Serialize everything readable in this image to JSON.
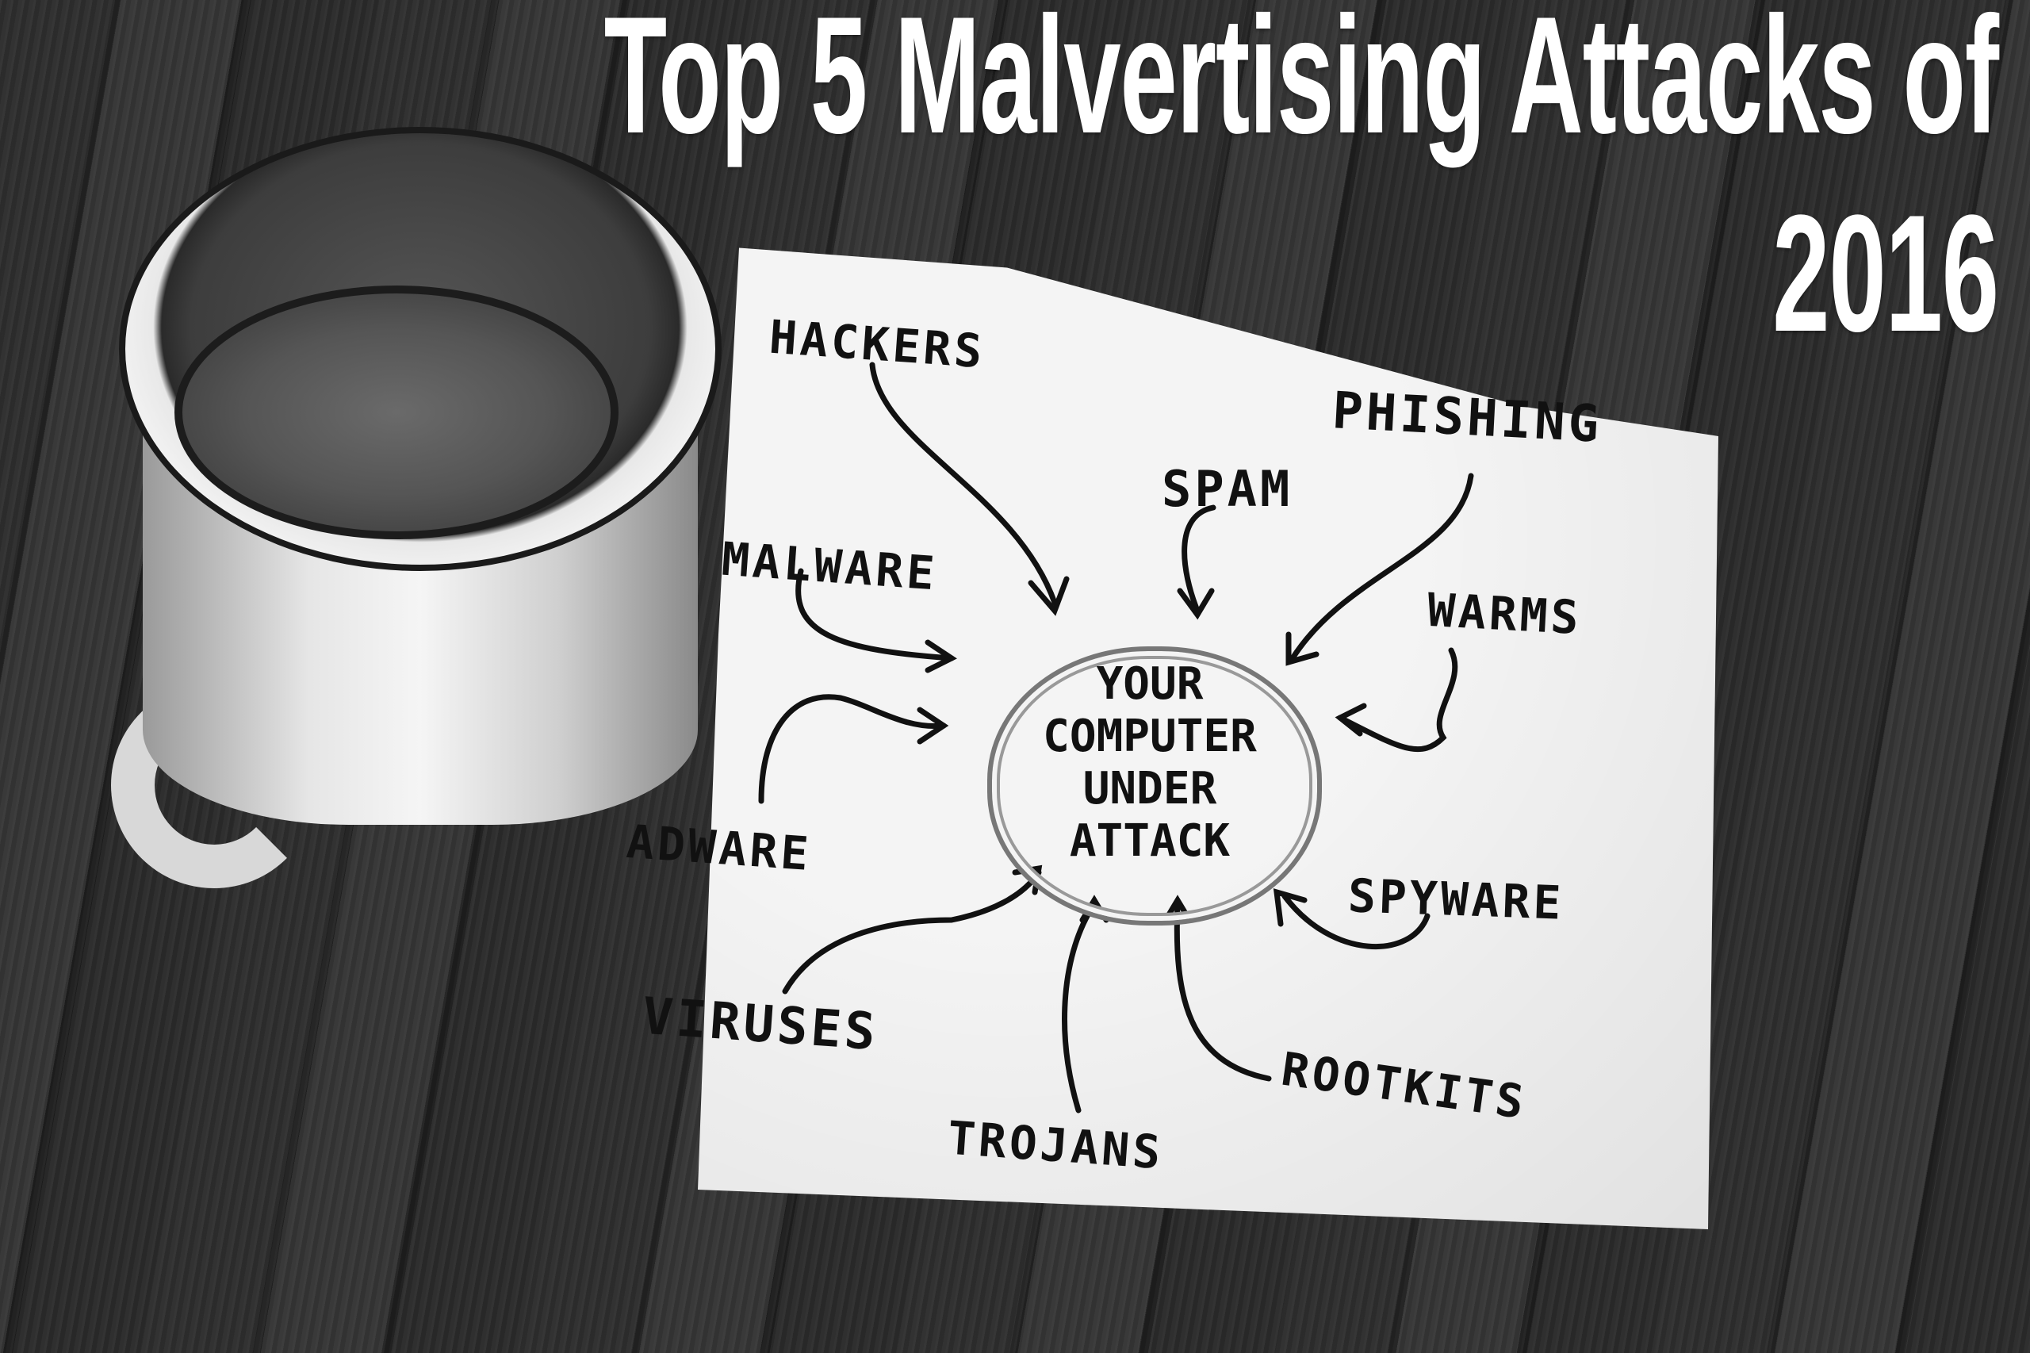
{
  "title": {
    "line1": "Top 5 Malvertising Attacks of",
    "line2": "2016"
  },
  "napkin": {
    "center": [
      "YOUR",
      "COMPUTER",
      "UNDER",
      "ATTACK"
    ],
    "labels": {
      "hackers": "HACKERS",
      "phishing": "PHISHING",
      "spam": "SPAM",
      "malware": "MALWARE",
      "warms": "WARMS",
      "adware": "ADWARE",
      "spyware": "SPYWARE",
      "viruses": "VIRUSES",
      "rootkits": "ROOTKITS",
      "trojans": "TROJANS"
    }
  }
}
